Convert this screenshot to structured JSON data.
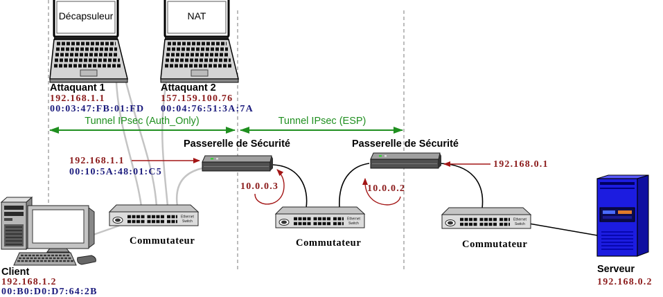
{
  "colors": {
    "ip_text": "#8b1a1a",
    "mac_text": "#1b1b7d",
    "tunnel": "#1f8f1f",
    "lan_arrow": "#a31515",
    "link": "#000000",
    "cable": "#c4c4c4",
    "server_body": "#1c1ce0"
  },
  "attackers": [
    {
      "icon": "laptop-icon",
      "screen_label": "Décapsuleur",
      "name": "Attaquant 1",
      "ip": "192.168.1.1",
      "mac": "00:03:47:FB:01:FD"
    },
    {
      "icon": "laptop-icon",
      "screen_label": "NAT",
      "name": "Attaquant 2",
      "ip": "157.159.100.76",
      "mac": "00:04:76:51:3A:7A"
    }
  ],
  "tunnels": [
    {
      "label": "Tunnel IPsec (Auth_Only)"
    },
    {
      "label": "Tunnel IPsec (ESP)"
    }
  ],
  "gateways": [
    {
      "icon": "security-gateway-icon",
      "label": "Passerelle de Sécurité",
      "lan_ip": "192.168.1.1",
      "lan_mac": "00:10:5A:48:01:C5",
      "wan_ip": "10.0.0.3"
    },
    {
      "icon": "security-gateway-icon",
      "label": "Passerelle de Sécurité",
      "lan_ip": "192.168.0.1",
      "wan_ip": "10.0.0.2"
    }
  ],
  "switches": [
    {
      "icon": "ethernet-switch-icon",
      "label": "Commutateur",
      "badge_line1": "Ethernet",
      "badge_line2": "Switch"
    },
    {
      "icon": "ethernet-switch-icon",
      "label": "Commutateur",
      "badge_line1": "Ethernet",
      "badge_line2": "Switch"
    },
    {
      "icon": "ethernet-switch-icon",
      "label": "Commutateur",
      "badge_line1": "Ethernet",
      "badge_line2": "Switch"
    }
  ],
  "client": {
    "icon": "desktop-computer-icon",
    "name": "Client",
    "ip": "192.168.1.2",
    "mac": "00:B0:D0:D7:64:2B"
  },
  "server": {
    "icon": "server-tower-icon",
    "name": "Serveur",
    "ip": "192.168.0.2"
  }
}
